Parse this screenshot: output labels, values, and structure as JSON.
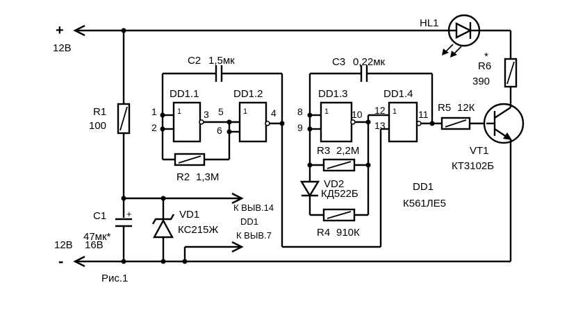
{
  "power": {
    "plus_sign": "+",
    "minus_sign": "-",
    "plus_voltage": "12В",
    "minus_voltage": "12В"
  },
  "components": {
    "r1": {
      "ref": "R1",
      "value": "100"
    },
    "r2": {
      "ref": "R2",
      "value": "1,3М"
    },
    "r3": {
      "ref": "R3",
      "value": "2,2М"
    },
    "r4": {
      "ref": "R4",
      "value": "910К"
    },
    "r5": {
      "ref": "R5",
      "value": "12К"
    },
    "r6": {
      "ref": "R6",
      "value": "390",
      "mark": "*"
    },
    "c1": {
      "ref": "C1",
      "value": "47мк*",
      "voltage": "16В",
      "polarity": "+"
    },
    "c2": {
      "ref": "C2",
      "value": "1,5мк"
    },
    "c3": {
      "ref": "C3",
      "value": "0,22мк"
    },
    "vd1": {
      "ref": "VD1",
      "part": "КС215Ж"
    },
    "vd2": {
      "ref": "VD2",
      "part": "КД522Б"
    },
    "hl1": {
      "ref": "HL1"
    },
    "vt1": {
      "ref": "VT1",
      "part": "КТ3102Б"
    },
    "dd1": {
      "ref": "DD1",
      "part": "К561ЛЕ5"
    }
  },
  "gates": [
    {
      "ref": "DD1.1",
      "symbol": "1",
      "pins": [
        "1",
        "2",
        "3"
      ]
    },
    {
      "ref": "DD1.2",
      "symbol": "1",
      "pins": [
        "5",
        "6",
        "4"
      ]
    },
    {
      "ref": "DD1.3",
      "symbol": "1",
      "pins": [
        "8",
        "9",
        "10"
      ]
    },
    {
      "ref": "DD1.4",
      "symbol": "1",
      "pins": [
        "12",
        "13",
        "11"
      ]
    }
  ],
  "supply_notes": {
    "pin14": "К ВЫВ.14",
    "chip": "DD1",
    "pin7": "К ВЫВ.7"
  },
  "caption": "Рис.1"
}
